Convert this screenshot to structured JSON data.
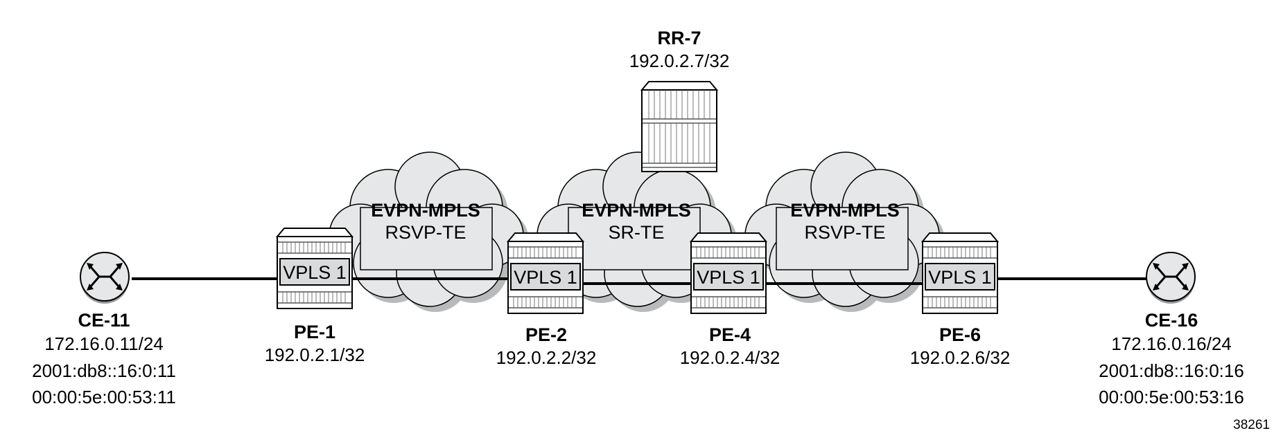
{
  "clouds": [
    {
      "id": "cloud-1",
      "title": "EVPN-MPLS",
      "subtitle": "RSVP-TE"
    },
    {
      "id": "cloud-2",
      "title": "EVPN-MPLS",
      "subtitle": "SR-TE"
    },
    {
      "id": "cloud-3",
      "title": "EVPN-MPLS",
      "subtitle": "RSVP-TE"
    }
  ],
  "routers": {
    "rr7": {
      "name": "RR-7",
      "addr": "192.0.2.7/32"
    },
    "pe1": {
      "name": "PE-1",
      "addr": "192.0.2.1/32",
      "service": "VPLS 1"
    },
    "pe2": {
      "name": "PE-2",
      "addr": "192.0.2.2/32",
      "service": "VPLS 1"
    },
    "pe4": {
      "name": "PE-4",
      "addr": "192.0.2.4/32",
      "service": "VPLS 1"
    },
    "pe6": {
      "name": "PE-6",
      "addr": "192.0.2.6/32",
      "service": "VPLS 1"
    }
  },
  "ce": {
    "ce11": {
      "name": "CE-11",
      "ipv4": "172.16.0.11/24",
      "ipv6": "2001:db8::16:0:11",
      "mac": "00:00:5e:00:53:11"
    },
    "ce16": {
      "name": "CE-16",
      "ipv4": "172.16.0.16/24",
      "ipv6": "2001:db8::16:0:16",
      "mac": "00:00:5e:00:53:16"
    }
  },
  "figure_id": "38261",
  "colors": {
    "cloud_fill": "#e6e7e8",
    "shadow": "#b9babc",
    "router_face": "#d9dadb",
    "line": "#000000"
  }
}
